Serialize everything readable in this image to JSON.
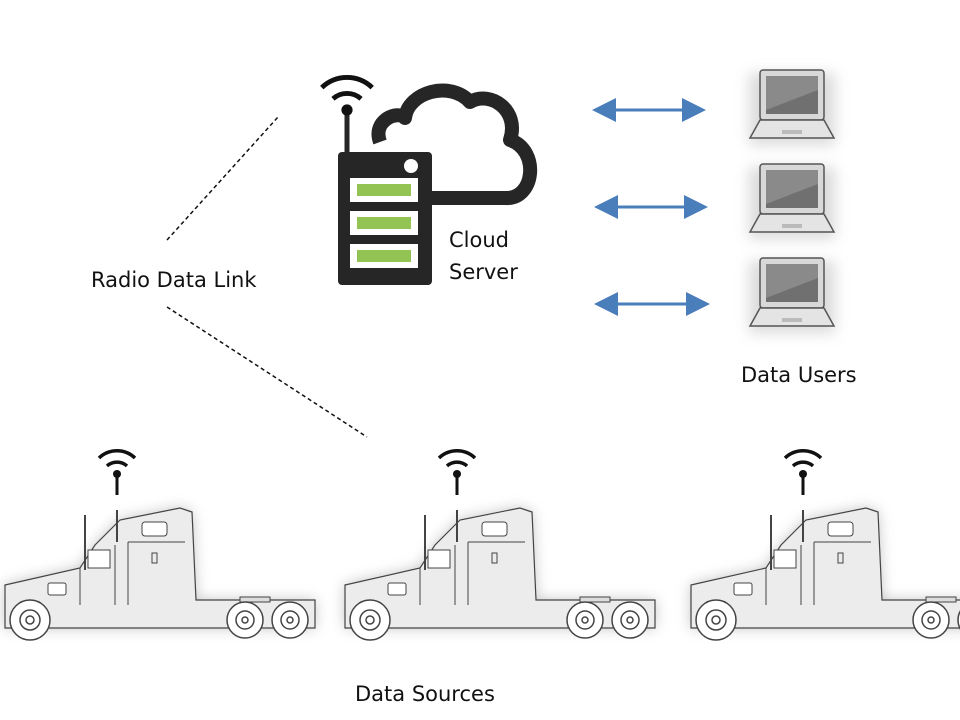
{
  "labels": {
    "cloud_server_line1": "Cloud",
    "cloud_server_line2": "Server",
    "radio_data_link": "Radio Data Link",
    "data_users": "Data Users",
    "data_sources": "Data Sources"
  },
  "colors": {
    "server_body": "#262626",
    "server_bars": "#92c353",
    "arrows": "#4a7ebb",
    "truck_fill": "#e6e6e6"
  },
  "icons": [
    "wifi-antenna-icon",
    "server-icon",
    "cloud-icon",
    "laptop-icon",
    "truck-icon",
    "double-arrow-icon"
  ]
}
